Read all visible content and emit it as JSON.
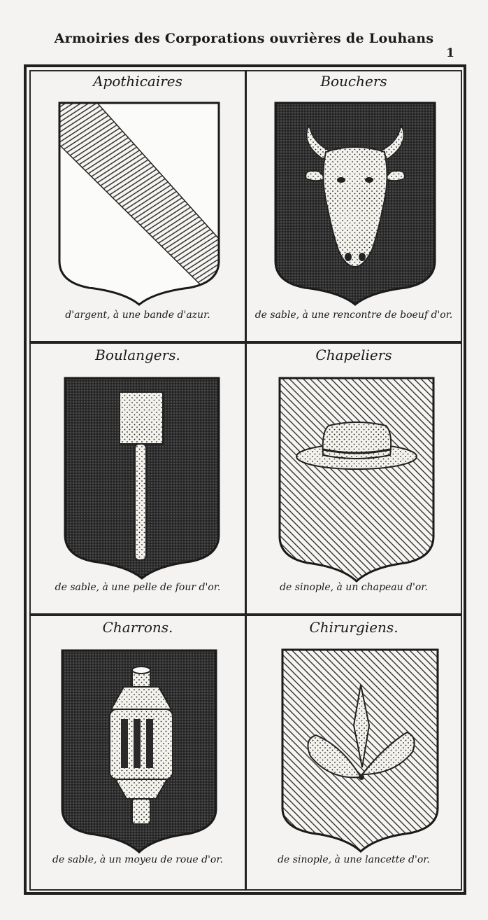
{
  "page": {
    "title": "Armoiries des Corporations ouvrières de Louhans",
    "number": "1"
  },
  "colors": {
    "ink": "#1a1a1a",
    "paper": "#f4f3f1",
    "sable": "#3a3a3a",
    "or": "#f2f0ea"
  },
  "arms": [
    {
      "name": "Apothicaires",
      "blazon": "d'argent, à une bande d'azur.",
      "charge": "bend-icon"
    },
    {
      "name": "Bouchers",
      "blazon": "de sable, à une rencontre de boeuf d'or.",
      "charge": "ox-head-icon"
    },
    {
      "name": "Boulangers.",
      "blazon": "de sable, à une pelle de four d'or.",
      "charge": "oven-peel-icon"
    },
    {
      "name": "Chapeliers",
      "blazon": "de sinople, à un chapeau d'or.",
      "charge": "hat-icon"
    },
    {
      "name": "Charrons.",
      "blazon": "de sable, à un moyeu de roue d'or.",
      "charge": "wheel-hub-icon"
    },
    {
      "name": "Chirurgiens.",
      "blazon": "de sinople, à une lancette d'or.",
      "charge": "lancet-icon"
    }
  ]
}
